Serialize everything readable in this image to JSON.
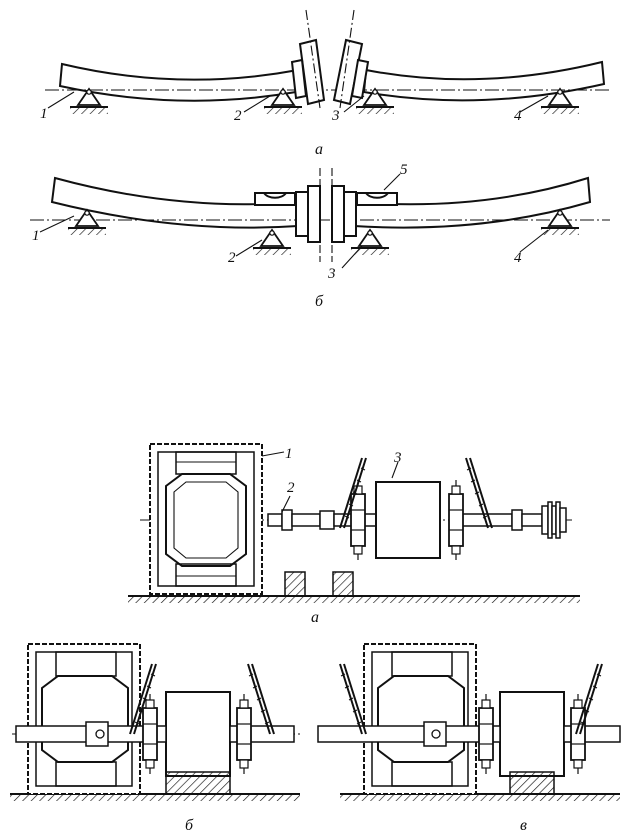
{
  "top_figure": {
    "caption_a": "а",
    "caption_b": "б",
    "labels_a": [
      "1",
      "2",
      "3",
      "4"
    ],
    "labels_b": [
      "1",
      "2",
      "3",
      "4",
      "5"
    ]
  },
  "bottom_figure": {
    "caption_a": "а",
    "caption_b": "б",
    "caption_v": "в",
    "labels_a": [
      "1",
      "2",
      "3"
    ]
  }
}
